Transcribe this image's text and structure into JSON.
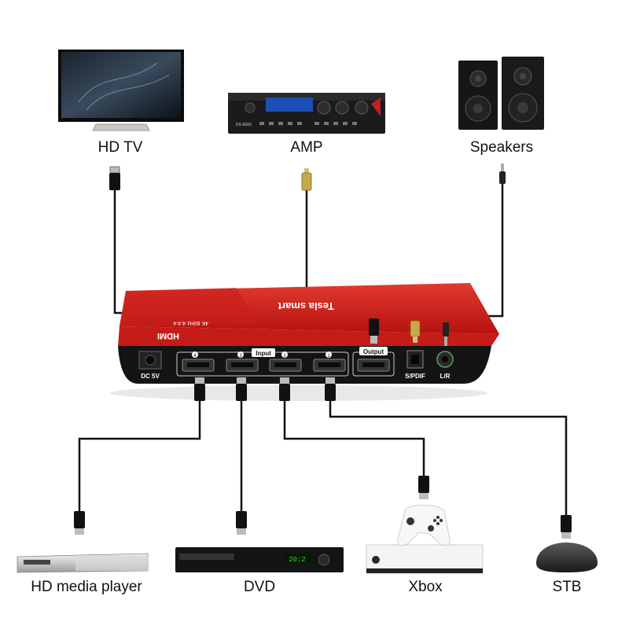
{
  "devices": {
    "hdtv": {
      "label": "HD TV"
    },
    "amp": {
      "label": "AMP",
      "model_text": "DS-6000"
    },
    "speakers": {
      "label": "Speakers"
    },
    "media_player": {
      "label": "HD media player"
    },
    "dvd": {
      "label": "DVD",
      "display_text": "20:2"
    },
    "xbox": {
      "label": "Xbox"
    },
    "stb": {
      "label": "STB"
    }
  },
  "switch": {
    "brand_text": "HDMI",
    "spec_text": "4K 60Hz 4:4:4",
    "product_text": "Tesla smart",
    "dc_label": "DC 5V",
    "input_label": "Input",
    "input_numbers": [
      "4",
      "3",
      "2",
      "1"
    ],
    "output_label": "Output",
    "spdif_label": "S/PDIF",
    "lr_label": "L/R",
    "body_color": "#d01c1c"
  }
}
